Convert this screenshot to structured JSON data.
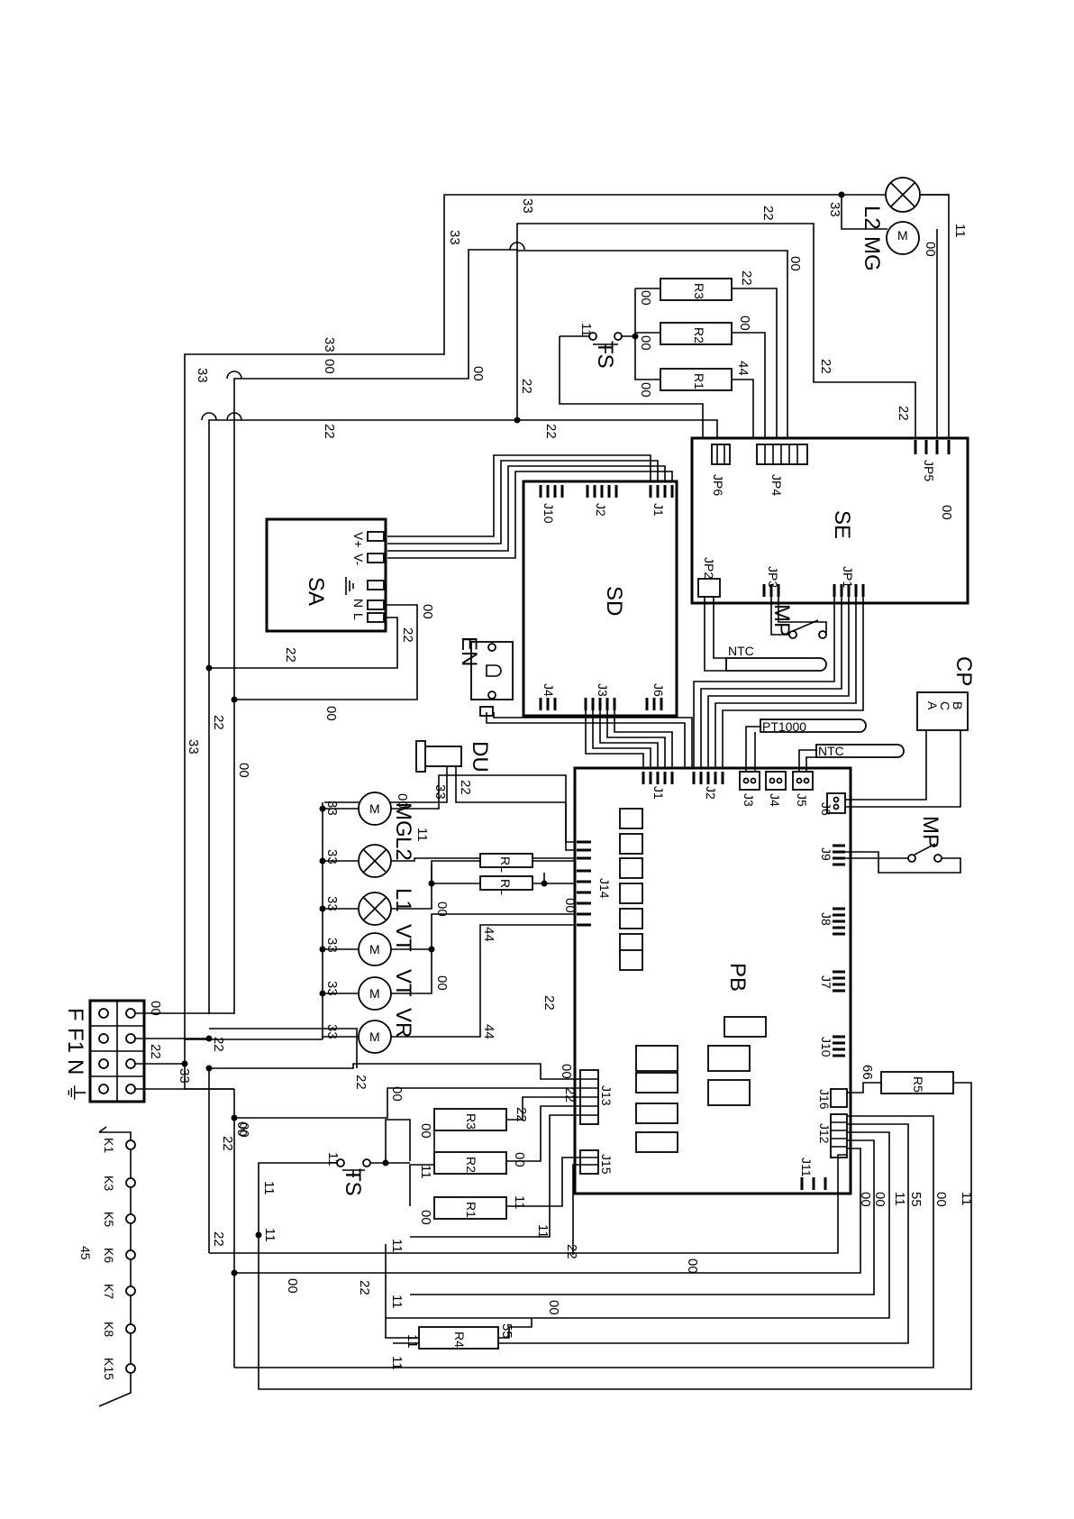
{
  "boards": {
    "se": {
      "name": "SE",
      "connectors": [
        "JP6",
        "JP4",
        "JP5",
        "JP2",
        "JP3",
        "JP1"
      ]
    },
    "sd": {
      "name": "SD",
      "connectors": [
        "J10",
        "J2",
        "J1",
        "J4",
        "J3",
        "J6"
      ]
    },
    "sa": {
      "name": "SA",
      "terminals": [
        "V+",
        "V-",
        "N",
        "L"
      ]
    },
    "pb": {
      "name": "PB",
      "connectors": [
        "J1",
        "J2",
        "J3",
        "J4",
        "J5",
        "J6",
        "J9",
        "J8",
        "J7",
        "J10",
        "J16",
        "J12",
        "J11",
        "J13",
        "J14",
        "J15"
      ]
    }
  },
  "components": {
    "l2_top": "L2",
    "mg_top": "MG",
    "ts_top": "TS",
    "r1_top": "R1",
    "r2_top": "R2",
    "r3_top": "R3",
    "mp_top": "MP",
    "ntc_top": "NTC",
    "en": "EN",
    "du": "DU",
    "cp": "CP",
    "cp_a": "A",
    "cp_b": "B",
    "cp_c": "C",
    "pt1000": "PT1000",
    "ntc_pb": "NTC",
    "mp_right": "MP",
    "r5": "R5",
    "r4": "R4",
    "r3_bot": "R3",
    "r2_bot": "R2",
    "r1_bot": "R1",
    "ts_bot": "TS",
    "rl1": "RL",
    "rl2": "RL",
    "mg": "MG",
    "l2": "L2",
    "l1": "L1",
    "vt1": "VT",
    "vt2": "VT",
    "vr": "VR",
    "motor_m": "M"
  },
  "terminal_block": {
    "rows": [
      "F",
      "F1",
      "N",
      "⏚"
    ]
  },
  "relay_labels": [
    "K1",
    "K3",
    "K5",
    "K6",
    "K7",
    "K8",
    "K15"
  ],
  "relay_group": "45",
  "wire_labels": {
    "w33a": "33",
    "w33b": "33",
    "w33c": "33",
    "w33d": "33",
    "w33e": "33",
    "w22a": "22",
    "w22b": "22",
    "w22c": "22",
    "w22d": "22",
    "w22e": "22",
    "w22f": "22",
    "w22g": "22",
    "w00a": "00",
    "w00b": "00",
    "w00c": "00",
    "w00d": "00",
    "w00e": "00",
    "w00f": "00",
    "w00g": "00",
    "w11a": "11",
    "w11b": "11",
    "w11c": "11",
    "w44a": "44",
    "p33_1": "33",
    "p33_2": "33",
    "p33_3": "33",
    "p33_4": "33",
    "p33_5": "33",
    "p33_6": "33",
    "p00_mg": "00",
    "p11_l2": "11",
    "p00_l1": "00",
    "p00_vt": "00",
    "p44_vr": "44",
    "p00_j14": "00",
    "p22_du": "22",
    "p33_du": "33",
    "p00_tb": "00",
    "p22_tb": "22",
    "p33_tb": "33",
    "p22_tb2": "22",
    "p22_tb3": "22",
    "p00_tb2": "00",
    "p22_j13": "22",
    "p00_j13": "00",
    "p00_j13b": "00",
    "p00_r3": "00",
    "p22_r3": "22",
    "p11_r2": "11",
    "p00_r2": "00",
    "p00_r1": "00",
    "p11_r1": "11",
    "p11_r1b": "11",
    "p11_ts": "11",
    "p11_ts2": "11",
    "p22_bot": "22",
    "p00_bot": "00",
    "p00_long": "00",
    "p11_r4": "11",
    "p55_r4": "55",
    "p11_r4b": "11",
    "p66_r5": "66",
    "p00_j12a": "00",
    "p11_j12": "11",
    "p55_j12": "55",
    "p00_j12b": "00",
    "p11_j12b": "11",
    "p22_sa": "22",
    "p00_sa": "00",
    "p22_sa2": "22",
    "p00_sa2": "00",
    "p00_r1t": "00",
    "p00_r2t": "00",
    "p00_r3t": "00",
    "p22_r3t": "22",
    "p00_r2t2": "00",
    "p44_r1t": "44",
    "p11_tst": "11",
    "p33_l2t": "33",
    "p00_mgt": "00",
    "p11_top": "11",
    "p22_top": "22",
    "p00_top": "00",
    "p22_se": "22",
    "p22_se2": "22",
    "p22_left": "22"
  }
}
